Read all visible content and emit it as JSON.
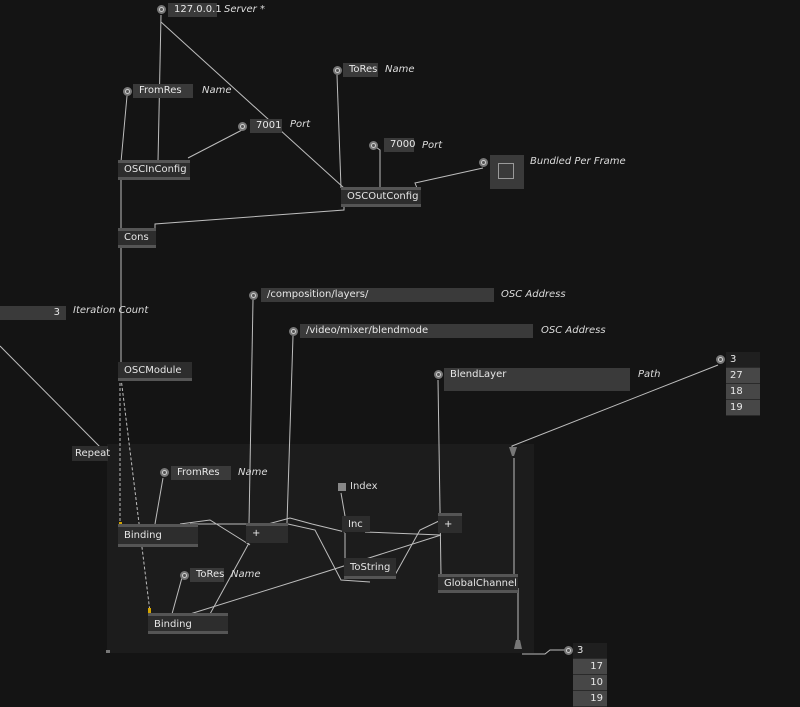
{
  "nodes": {
    "server_ip": {
      "value": "127.0.0.1",
      "label": "Server *"
    },
    "toRes_top": {
      "value": "ToRes",
      "label": "Name"
    },
    "fromRes_top": {
      "value": "FromRes",
      "label": "Name"
    },
    "port_in": {
      "value": "7001",
      "label": "Port"
    },
    "port_out": {
      "value": "7000",
      "label": "Port"
    },
    "bundled": {
      "label": "Bundled Per Frame"
    },
    "oscin": {
      "title": "OSCInConfig"
    },
    "oscout": {
      "title": "OSCOutConfig"
    },
    "cons": {
      "title": "Cons"
    },
    "iteration": {
      "value": "3",
      "label": "Iteration Count"
    },
    "osc_addr1": {
      "value": "/composition/layers/",
      "label": "OSC Address"
    },
    "osc_addr2": {
      "value": "/video/mixer/blendmode",
      "label": "OSC Address"
    },
    "oscmodule": {
      "title": "OSCModule"
    },
    "blendlayer": {
      "value": "BlendLayer",
      "label": "Path"
    },
    "repeat": {
      "title": "Repeat"
    },
    "fromRes_inner": {
      "value": "FromRes",
      "label": "Name"
    },
    "index": {
      "title": "Index"
    },
    "binding1": {
      "title": "Binding"
    },
    "plus1": {
      "title": "+"
    },
    "inc": {
      "title": "Inc"
    },
    "plus2": {
      "title": "+"
    },
    "tostring": {
      "title": "ToString"
    },
    "globalchannel": {
      "title": "GlobalChannel"
    },
    "toRes_inner": {
      "value": "ToRes",
      "label": "Name"
    },
    "binding2": {
      "title": "Binding"
    }
  },
  "spread_top": [
    "3",
    "27",
    "18",
    "19"
  ],
  "spread_bottom": [
    "3",
    "17",
    "10",
    "19"
  ]
}
